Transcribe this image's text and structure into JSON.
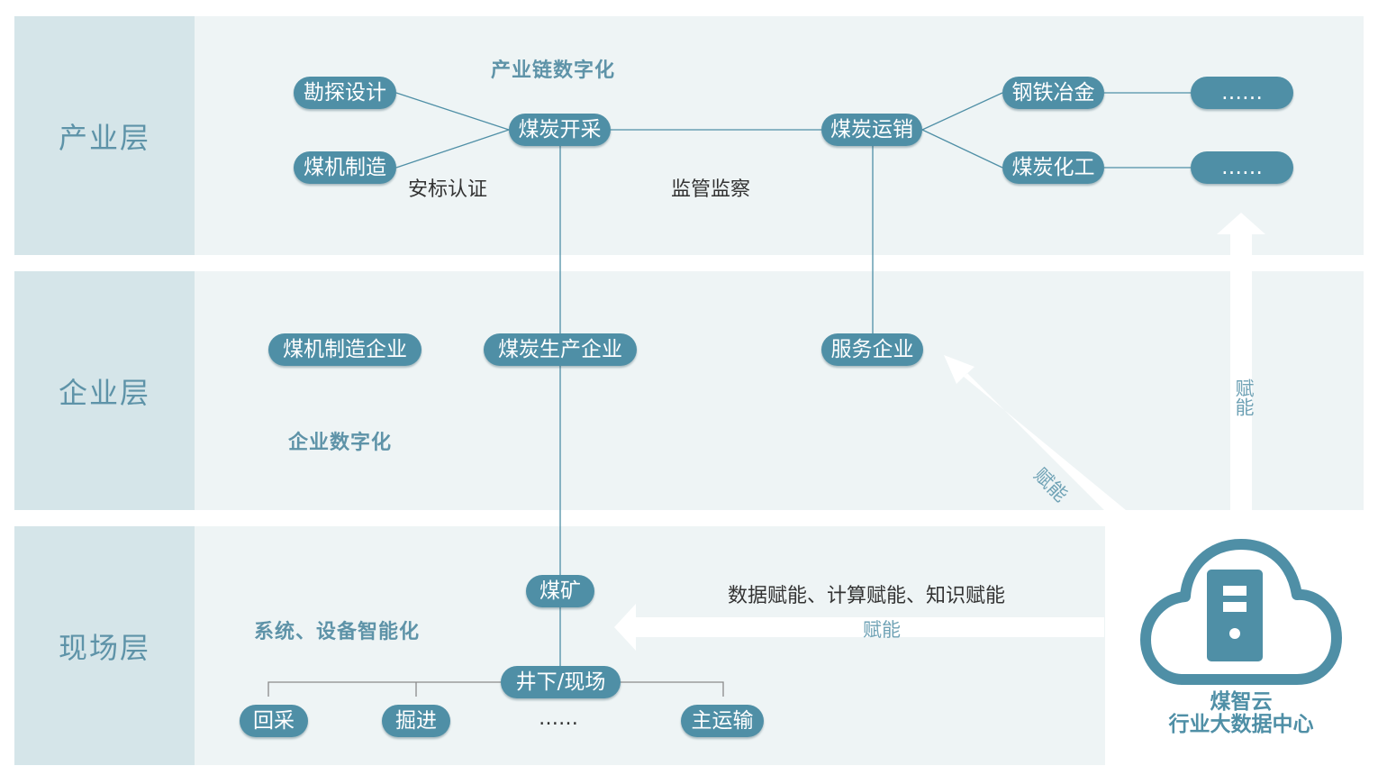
{
  "layers": {
    "industry": "产业层",
    "enterprise": "企业层",
    "field": "现场层"
  },
  "industry": {
    "section_label": "产业链数字化",
    "nodes": {
      "kantan": "勘探设计",
      "meiji": "煤机制造",
      "kaicai": "煤炭开采",
      "yunxiao": "煤炭运销",
      "gangtie": "钢铁冶金",
      "huagong": "煤炭化工",
      "more1": "……",
      "more2": "……"
    },
    "labels": {
      "anbiao": "安标认证",
      "jianguan": "监管监察"
    }
  },
  "enterprise": {
    "section_label": "企业数字化",
    "nodes": {
      "meiji_qiye": "煤机制造企业",
      "shengchan_qiye": "煤炭生产企业",
      "fuwu_qiye": "服务企业"
    }
  },
  "field": {
    "section_label": "系统、设备智能化",
    "nodes": {
      "meikuang": "煤矿",
      "jingxia": "井下/现场",
      "huicai": "回采",
      "juejin": "掘进",
      "more": "……",
      "zhuyunshu": "主运输"
    },
    "empower_text": "数据赋能、计算赋能、知识赋能"
  },
  "arrows": {
    "left": "赋能",
    "diagonal": "赋能",
    "up": "赋能"
  },
  "cloud": {
    "title_line1": "煤智云",
    "title_line2": "行业大数据中心",
    "icon": "cloud-server-icon"
  },
  "colors": {
    "band": "#eef4f5",
    "side": "#d5e5e9",
    "accent": "#4f8fa6",
    "label": "#5e93a8"
  }
}
